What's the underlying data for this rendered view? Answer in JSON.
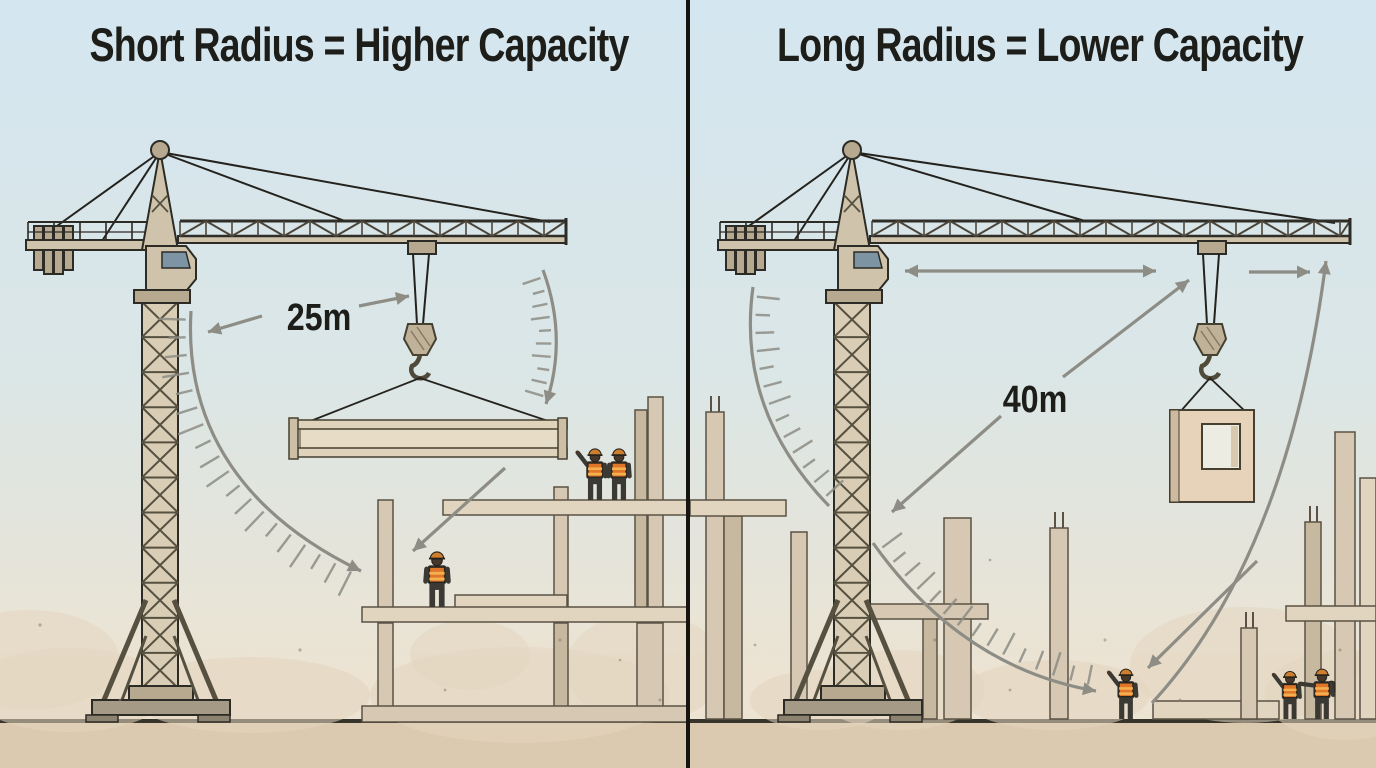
{
  "panels": {
    "left": {
      "title": "Short Radius = Higher Capacity",
      "radius_label": "25m"
    },
    "right": {
      "title": "Long Radius = Lower Capacity",
      "radius_label": "40m"
    }
  },
  "colors": {
    "sky_top": "#d4e6f0",
    "sky_mid": "#dbe6e6",
    "sky_horizon": "#ece3d2",
    "ground": "#dbcaaf",
    "ground_line": "#36342b",
    "divider": "#15140f",
    "text": "#1d1d19",
    "annotation": "#8d8d85",
    "crane": "#cfc3ab",
    "crane_dark": "#b7a98f",
    "outline": "#2d2b25",
    "cab_window": "#7d94a4",
    "concrete": "#d6c8b2",
    "concrete_dark": "#c7b8a0",
    "concrete_light": "#e2d5c0",
    "vest_orange": "#e0762a",
    "vest_stripe": "#f4b04f",
    "clothing": "#3b3934",
    "helmet": "#cd7f2e",
    "dust": "#e3d5bf"
  }
}
